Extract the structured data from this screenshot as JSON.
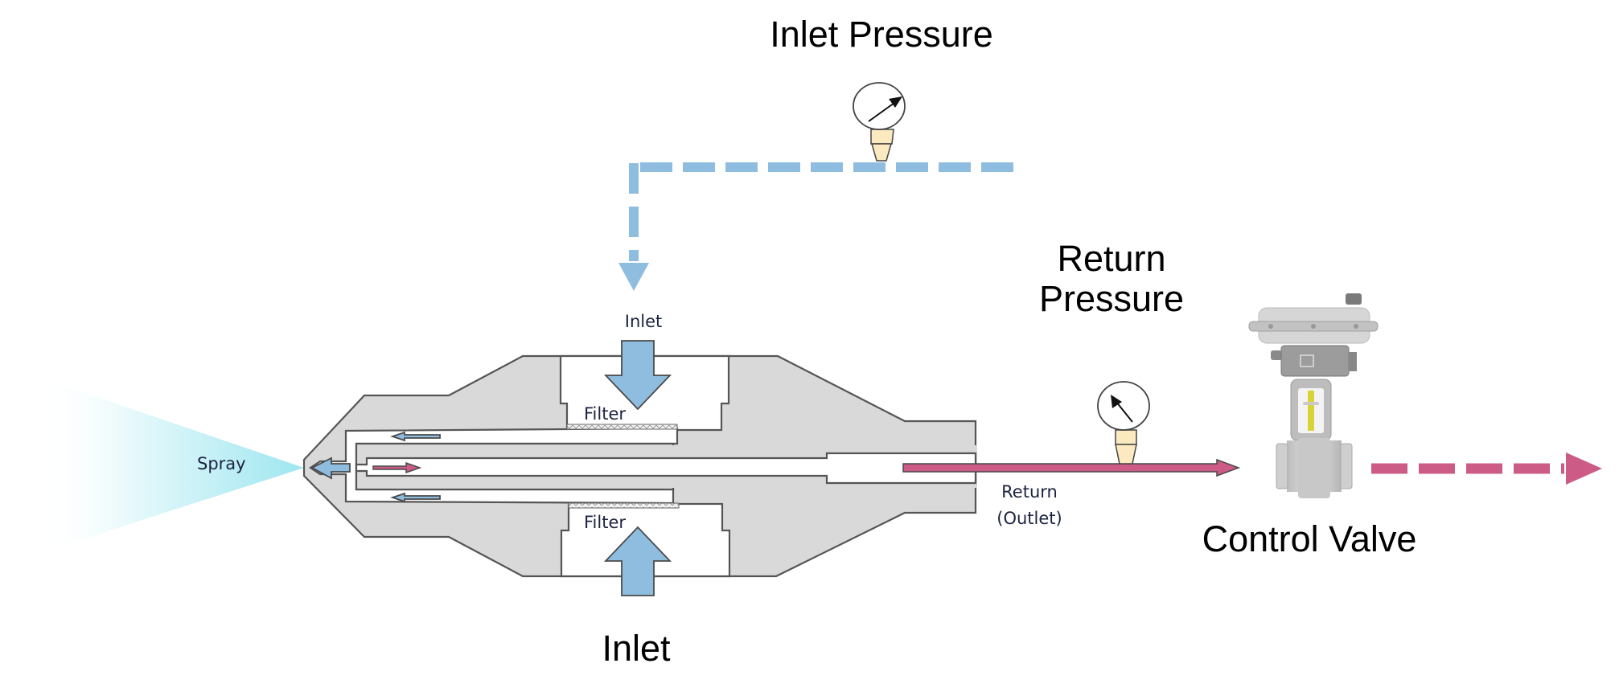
{
  "labels": {
    "inlet_pressure": "Inlet Pressure",
    "return_pressure_line1": "Return",
    "return_pressure_line2": "Pressure",
    "inlet_top": "Inlet",
    "inlet_bottom": "Inlet",
    "filter_top": "Filter",
    "filter_bottom": "Filter",
    "spray": "Spray",
    "return_line1": "Return",
    "return_line2": "(Outlet)",
    "control_valve": "Control Valve"
  },
  "colors": {
    "inlet_flow": "#8fbde0",
    "return_flow": "#cc5c86",
    "nozzle_body": "#d9d9d9",
    "spray": "#9ee6f0",
    "gauge_fitting": "#fbe9c0"
  },
  "icons": {
    "inlet_gauge": "pressure-gauge-icon",
    "return_gauge": "pressure-gauge-icon",
    "control_valve": "control-valve-icon"
  }
}
